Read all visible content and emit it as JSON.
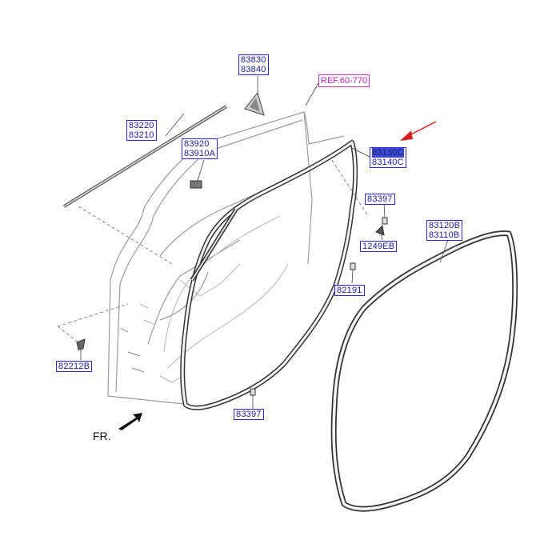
{
  "labels": {
    "p83830": "83830",
    "p83840": "83840",
    "ref": "REF.60-770",
    "p83220": "83220",
    "p83210": "83210",
    "p83920": "83920",
    "p83910A": "83910A",
    "p83130C": "83130C",
    "p83140C": "83140C",
    "p83397a": "83397",
    "p1249EB": "1249EB",
    "p83120B": "83120B",
    "p83110B": "83110B",
    "p82191": "82191",
    "p82212B": "82212B",
    "p83397b": "83397",
    "fr": "FR."
  },
  "colors": {
    "callout_border": "#2a2ad8",
    "callout_text": "#1a1a9a",
    "highlight": "#3d47d9",
    "ref_color": "#c03ac0",
    "arrow_red": "#d42020",
    "line": "#555555"
  }
}
